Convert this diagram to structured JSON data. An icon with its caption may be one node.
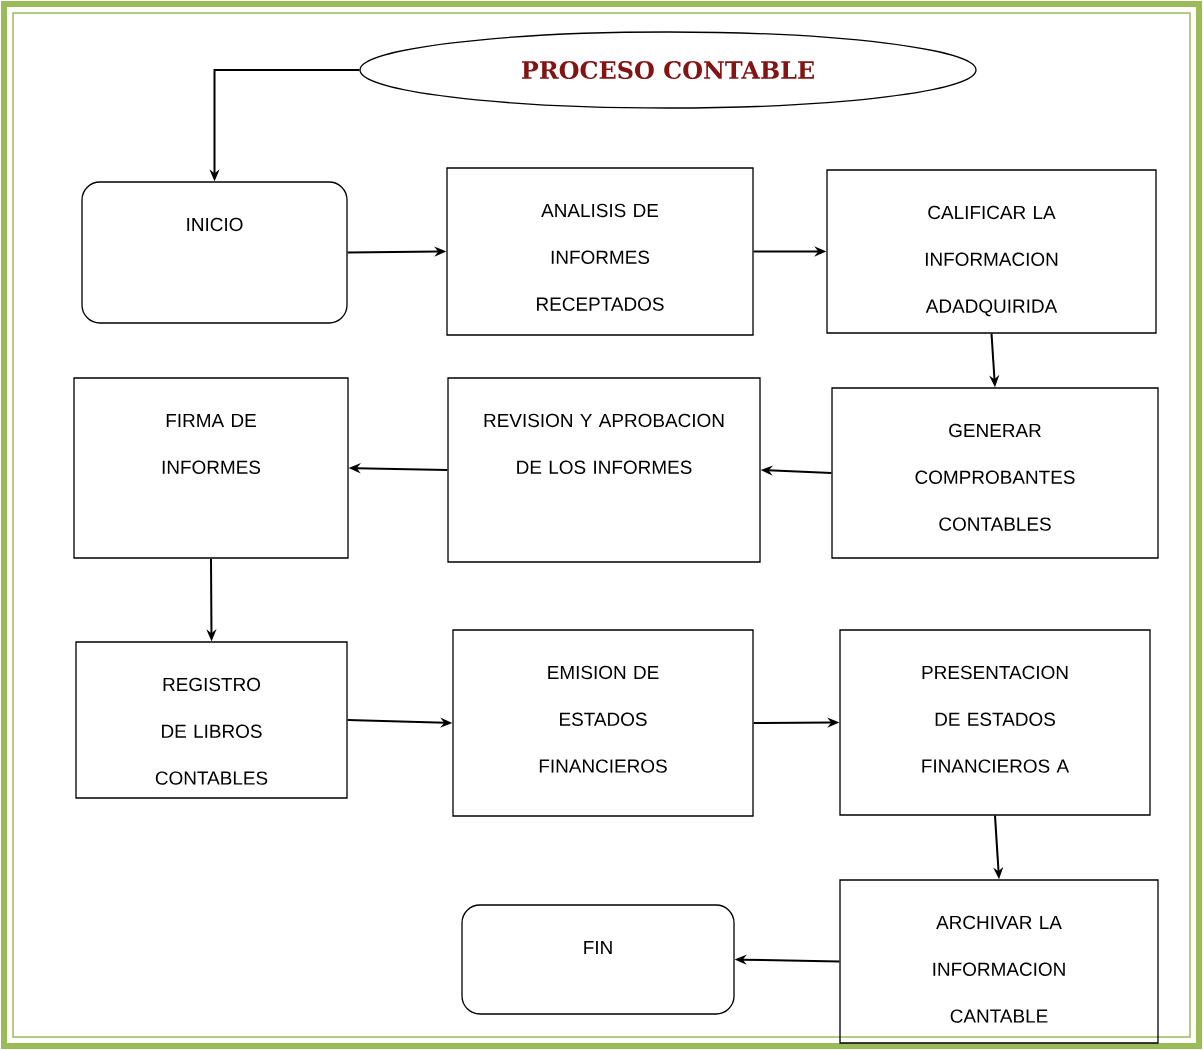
{
  "diagram": {
    "nodes": [
      {
        "text": [
          "PROCESO CONTABLE"
        ]
      },
      {
        "text": [
          "INICIO"
        ]
      },
      {
        "text": [
          "ANALISIS DE INFORMES RECEPTADOS"
        ]
      },
      {
        "text": [
          "CALIFICAR LA INFORMACION ADADQUIRIDA"
        ]
      },
      {
        "text": [
          "GENERAR COMPROBANTES CONTABLES"
        ]
      },
      {
        "text": [
          "REVISION Y APROBACION DE LOS INFORMES"
        ]
      },
      {
        "text": [
          "FIRMA DE INFORMES"
        ]
      },
      {
        "text": [
          "REGISTRO DE LIBROS CONTABLES"
        ]
      },
      {
        "text": [
          "EMISION DE ESTADOS FINANCIEROS"
        ]
      },
      {
        "text": [
          "PRESENTACION DE ESTADOS FINANCIEROS A"
        ]
      },
      {
        "text": [
          "ARCHIVAR LA INFORMACION CANTABLE"
        ]
      },
      {
        "text": [
          "FIN"
        ]
      }
    ],
    "edges": [
      {
        "from": 0,
        "to": 1,
        "arrow": "to"
      },
      {
        "from": 1,
        "to": 2,
        "arrow": "to"
      },
      {
        "from": 2,
        "to": 3,
        "arrow": "to"
      },
      {
        "from": 3,
        "to": 4,
        "arrow": "to"
      },
      {
        "from": 4,
        "to": 5,
        "arrow": "to"
      },
      {
        "from": 5,
        "to": 6,
        "arrow": "to"
      },
      {
        "from": 6,
        "to": 7,
        "arrow": "to"
      },
      {
        "from": 7,
        "to": 8,
        "arrow": "to"
      },
      {
        "from": 8,
        "to": 9,
        "arrow": "to"
      },
      {
        "from": 9,
        "to": 10,
        "arrow": "to"
      },
      {
        "from": 10,
        "to": 11,
        "arrow": "to"
      }
    ]
  }
}
